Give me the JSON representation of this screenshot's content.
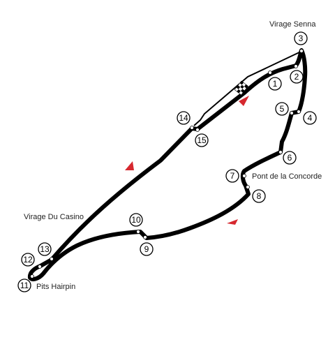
{
  "labels": {
    "senna": "Virage Senna",
    "casino": "Virage Du Casino",
    "hairpin": "Pits Hairpin",
    "concorde": "Pont de la Concorde"
  },
  "turns": [
    "1",
    "2",
    "3",
    "4",
    "5",
    "6",
    "7",
    "8",
    "9",
    "10",
    "11",
    "12",
    "13",
    "14",
    "15"
  ],
  "colors": {
    "track": "#000000",
    "pitlane": "#000000",
    "direction_arrow": "#d6282f",
    "background": "#ffffff"
  }
}
